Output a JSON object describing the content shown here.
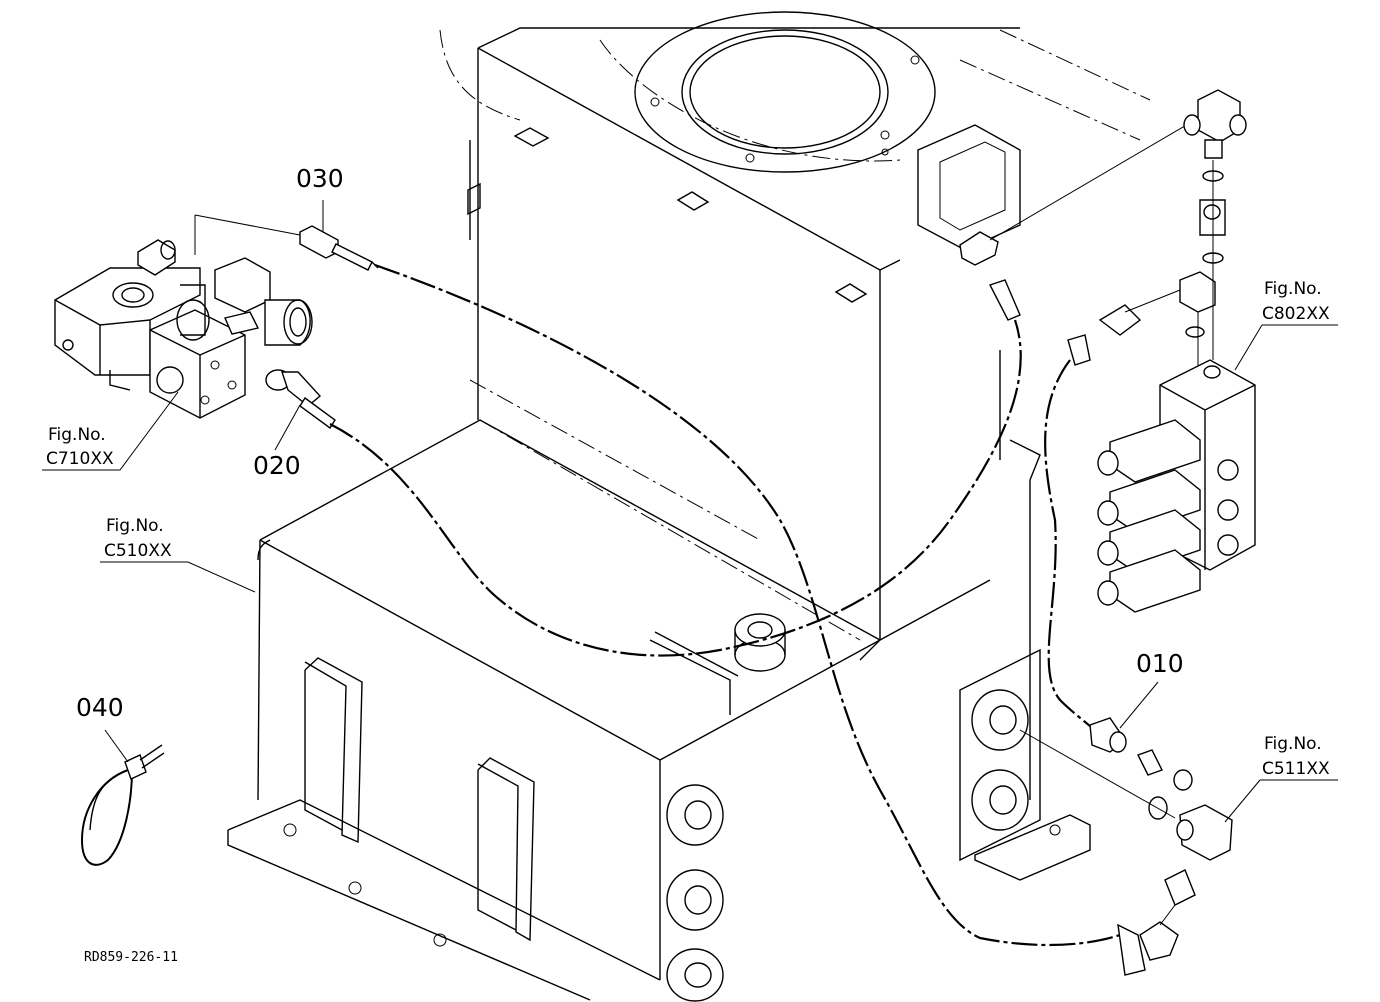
{
  "callouts": {
    "part_010": "010",
    "part_020": "020",
    "part_030": "030",
    "part_040": "040"
  },
  "figure_refs": {
    "c710": {
      "label": "Fig.No.",
      "code": "C710XX"
    },
    "c510": {
      "label": "Fig.No.",
      "code": "C510XX"
    },
    "c802": {
      "label": "Fig.No.",
      "code": "C802XX"
    },
    "c511": {
      "label": "Fig.No.",
      "code": "C511XX"
    }
  },
  "drawing_id": "RD859-226-11"
}
